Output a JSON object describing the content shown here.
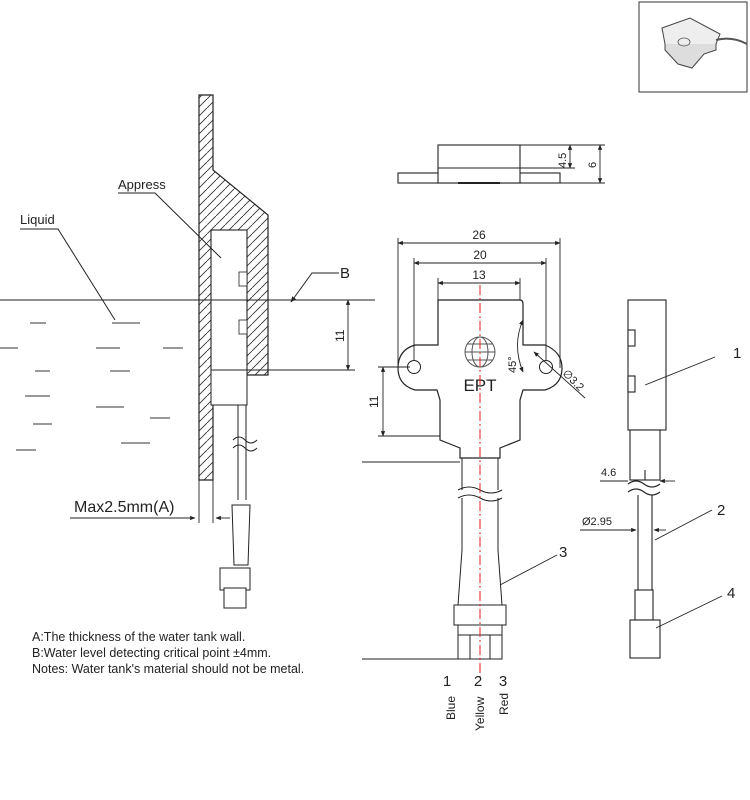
{
  "left_view": {
    "label_appress": "Appress",
    "label_liquid": "Liquid",
    "label_b": "B",
    "dim_11": "11",
    "label_max": "Max2.5mm(A)"
  },
  "front_view": {
    "dim_26": "26",
    "dim_20": "20",
    "dim_13": "13",
    "dim_11": "11",
    "angle": "45°",
    "hole_dia": "∅3.2",
    "logo_text": "EPT",
    "callout_3": "3",
    "pins": [
      {
        "num": "1",
        "color": "Blue"
      },
      {
        "num": "2",
        "color": "Yellow"
      },
      {
        "num": "3",
        "color": "Red"
      }
    ]
  },
  "top_view": {
    "dim_4_5": "4.5",
    "dim_6": "6"
  },
  "side_view": {
    "callout_1": "1",
    "callout_2": "2",
    "callout_4": "4",
    "dim_4_6": "4.6",
    "dim_2_95": "Ø2.95"
  },
  "notes": [
    "A:The  thickness of the water tank wall.",
    "B:Water level detecting critical point ±4mm.",
    "Notes: Water tank's material should not be metal."
  ]
}
